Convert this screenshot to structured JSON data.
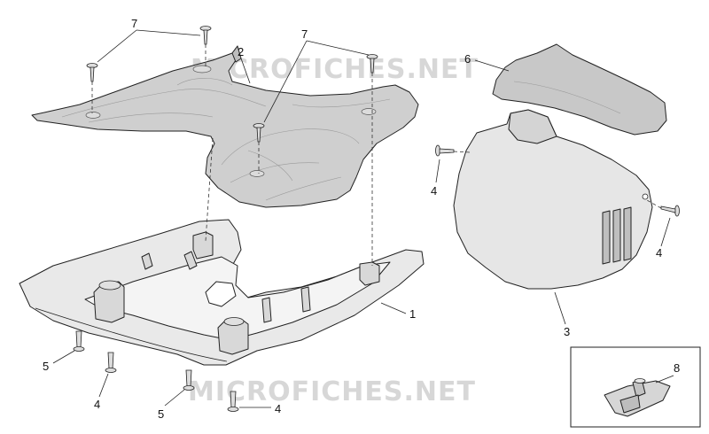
{
  "watermarks": [
    "MICROFICHES.NET",
    "MICROFICHES.NET"
  ],
  "callouts": [
    {
      "label": "7"
    },
    {
      "label": "2"
    },
    {
      "label": "7"
    },
    {
      "label": "6"
    },
    {
      "label": "4"
    },
    {
      "label": "4"
    },
    {
      "label": "1"
    },
    {
      "label": "3"
    },
    {
      "label": "5"
    },
    {
      "label": "4"
    },
    {
      "label": "5"
    },
    {
      "label": "4"
    },
    {
      "label": "8"
    }
  ],
  "colors": {
    "part_fill": "#e9e9e9",
    "footboard_fill": "#cfcfcf",
    "cover_fill": "#c8c8c8",
    "outline": "#222222",
    "watermark": "#d7d7d7"
  }
}
